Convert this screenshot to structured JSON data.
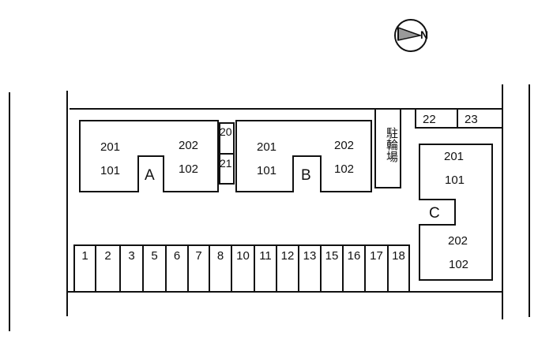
{
  "compass": {
    "icon": "north-arrow-icon",
    "letter": "N"
  },
  "buildings": [
    {
      "id": "A",
      "units": [
        "201",
        "202",
        "101",
        "102"
      ]
    },
    {
      "id": "B",
      "units": [
        "201",
        "202",
        "101",
        "102"
      ]
    },
    {
      "id": "C",
      "units": [
        "201",
        "101",
        "202",
        "102"
      ]
    }
  ],
  "small_slots": [
    "20",
    "21",
    "22",
    "23"
  ],
  "bicycle_parking": "駐輪場",
  "parking_slots": [
    "1",
    "2",
    "3",
    "5",
    "6",
    "7",
    "8",
    "10",
    "11",
    "12",
    "13",
    "15",
    "16",
    "17",
    "18"
  ]
}
